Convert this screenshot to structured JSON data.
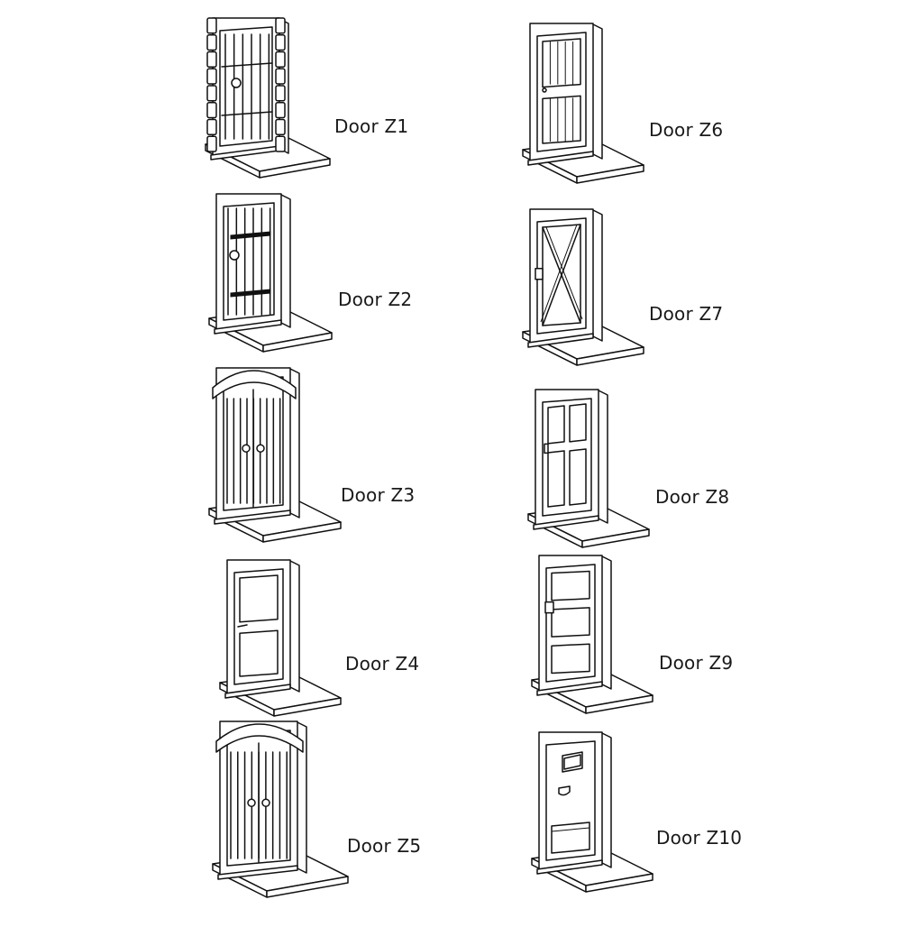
{
  "doors": [
    {
      "id": "Z1",
      "label": "Door Z1",
      "style": "stone-arch-plank"
    },
    {
      "id": "Z2",
      "label": "Door Z2",
      "style": "plank-strap"
    },
    {
      "id": "Z3",
      "label": "Door Z3",
      "style": "arched-double"
    },
    {
      "id": "Z4",
      "label": "Door Z4",
      "style": "two-panel"
    },
    {
      "id": "Z5",
      "label": "Door Z5",
      "style": "arched-double"
    },
    {
      "id": "Z6",
      "label": "Door Z6",
      "style": "slatted"
    },
    {
      "id": "Z7",
      "label": "Door Z7",
      "style": "barn-x"
    },
    {
      "id": "Z8",
      "label": "Door Z8",
      "style": "four-panel"
    },
    {
      "id": "Z9",
      "label": "Door Z9",
      "style": "three-panel"
    },
    {
      "id": "Z10",
      "label": "Door Z10",
      "style": "mail-slot-window"
    }
  ],
  "colors": {
    "stroke": "#111111",
    "background": "#ffffff"
  }
}
